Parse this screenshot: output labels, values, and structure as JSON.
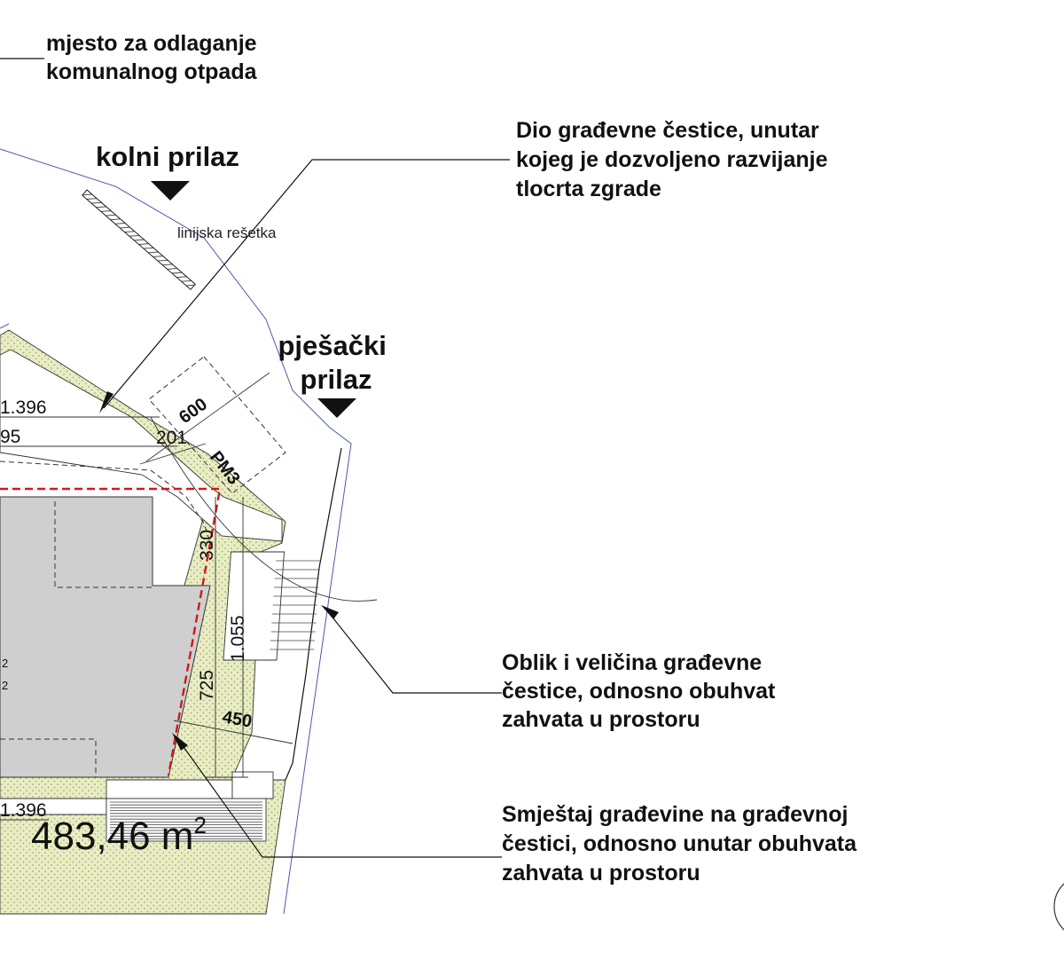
{
  "callouts": {
    "waste": [
      "mjesto za odlaganje",
      "komunalnog otpada"
    ],
    "buildable": [
      "Dio građevne čestice, unutar",
      "kojeg je dozvoljeno razvijanje",
      "tlocrta zgrade"
    ],
    "plot": [
      "Oblik i veličina  građevne",
      "čestice, odnosno obuhvat",
      "zahvata u prostoru"
    ],
    "placement": [
      "Smještaj građevine na građevnoj",
      "čestici, odnosno unutar obuhvata",
      "zahvata u prostoru"
    ]
  },
  "access": {
    "vehicle": "kolni prilaz",
    "pedestrian": [
      "pješački",
      "prilaz"
    ]
  },
  "labels": {
    "grate": "linijska rešetka",
    "parking": "PM3",
    "level_top": "1.396",
    "level_second": "95",
    "level_bottom": "1.396",
    "area_value": "483,46 m",
    "area_exp": "2",
    "sup_a": "2",
    "sup_b": "2"
  },
  "dimensions": {
    "d600": "600",
    "d201": "201",
    "d330": "330",
    "d1055": "1.055",
    "d725": "725",
    "d450": "450"
  },
  "colors": {
    "green_fill": "#e9edc4",
    "green_dot": "#a5ab6e",
    "building": "#cfcfcf",
    "red_boundary": "#d11818",
    "plot_boundary": "#4a5aa8"
  }
}
